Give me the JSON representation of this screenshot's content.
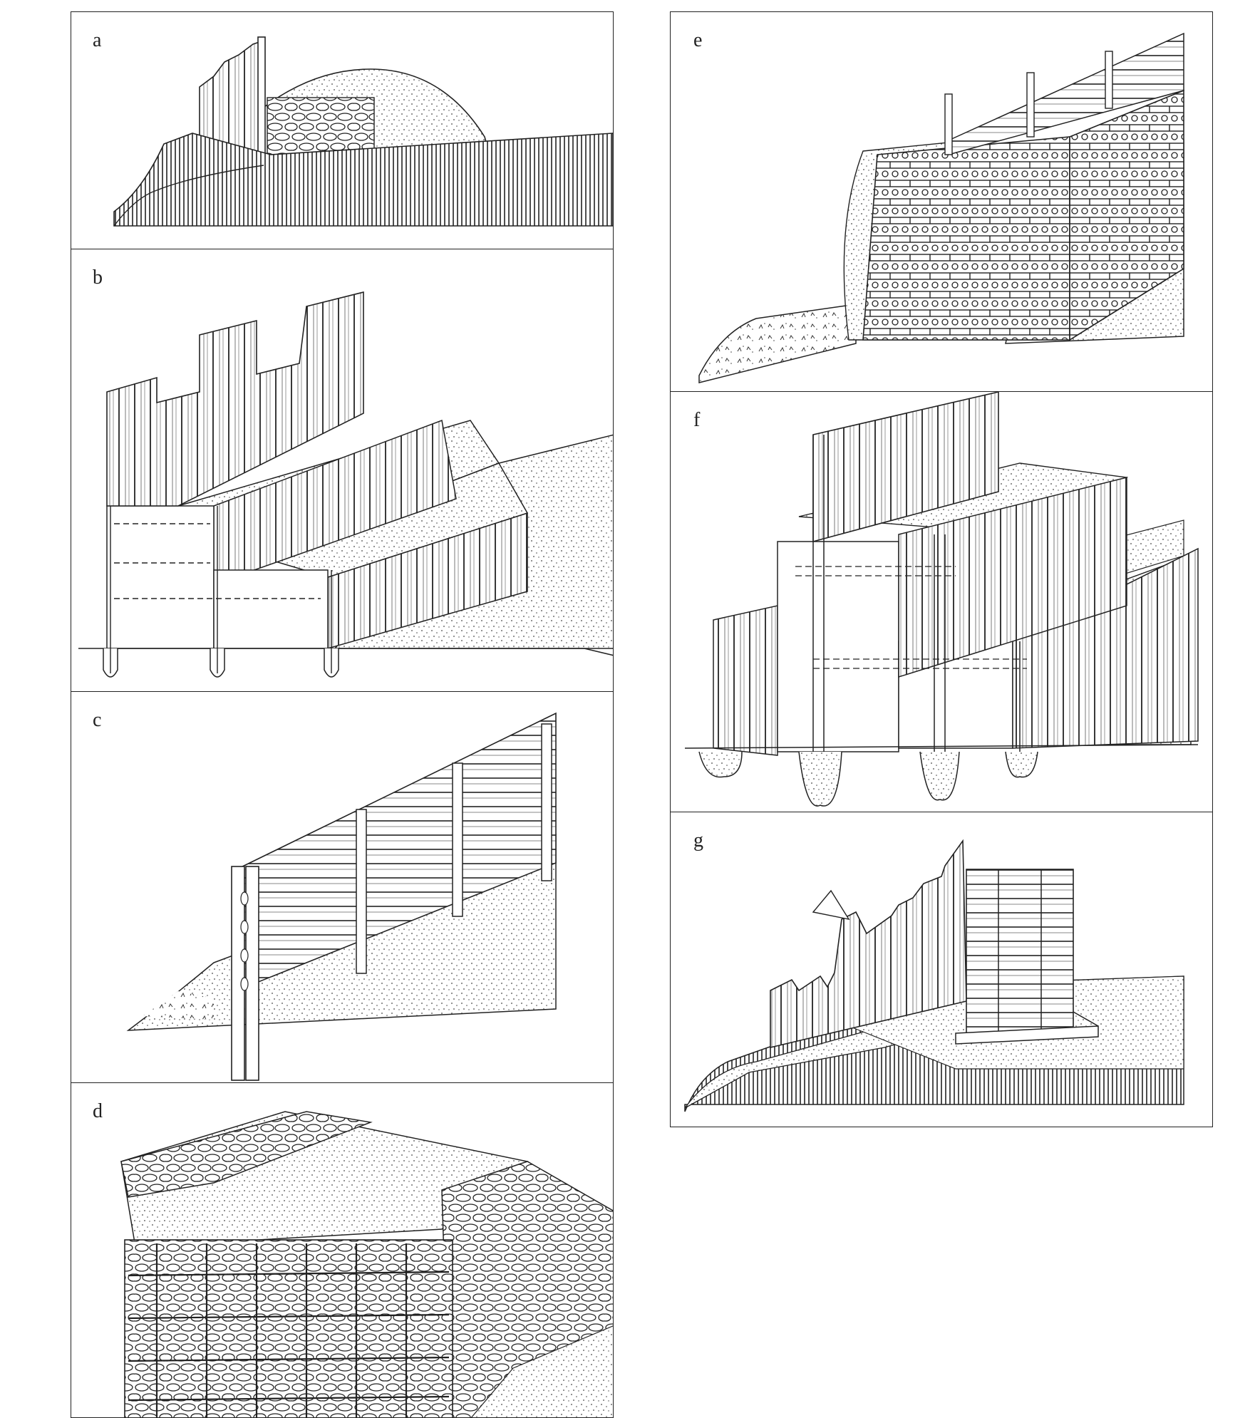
{
  "figure": {
    "panels": [
      {
        "label": "a"
      },
      {
        "label": "b"
      },
      {
        "label": "c"
      },
      {
        "label": "d"
      },
      {
        "label": "e"
      },
      {
        "label": "f"
      },
      {
        "label": "g"
      }
    ]
  },
  "colors": {
    "ink": "#1a1a1a",
    "paper": "#ffffff",
    "stipple": "#555555"
  }
}
